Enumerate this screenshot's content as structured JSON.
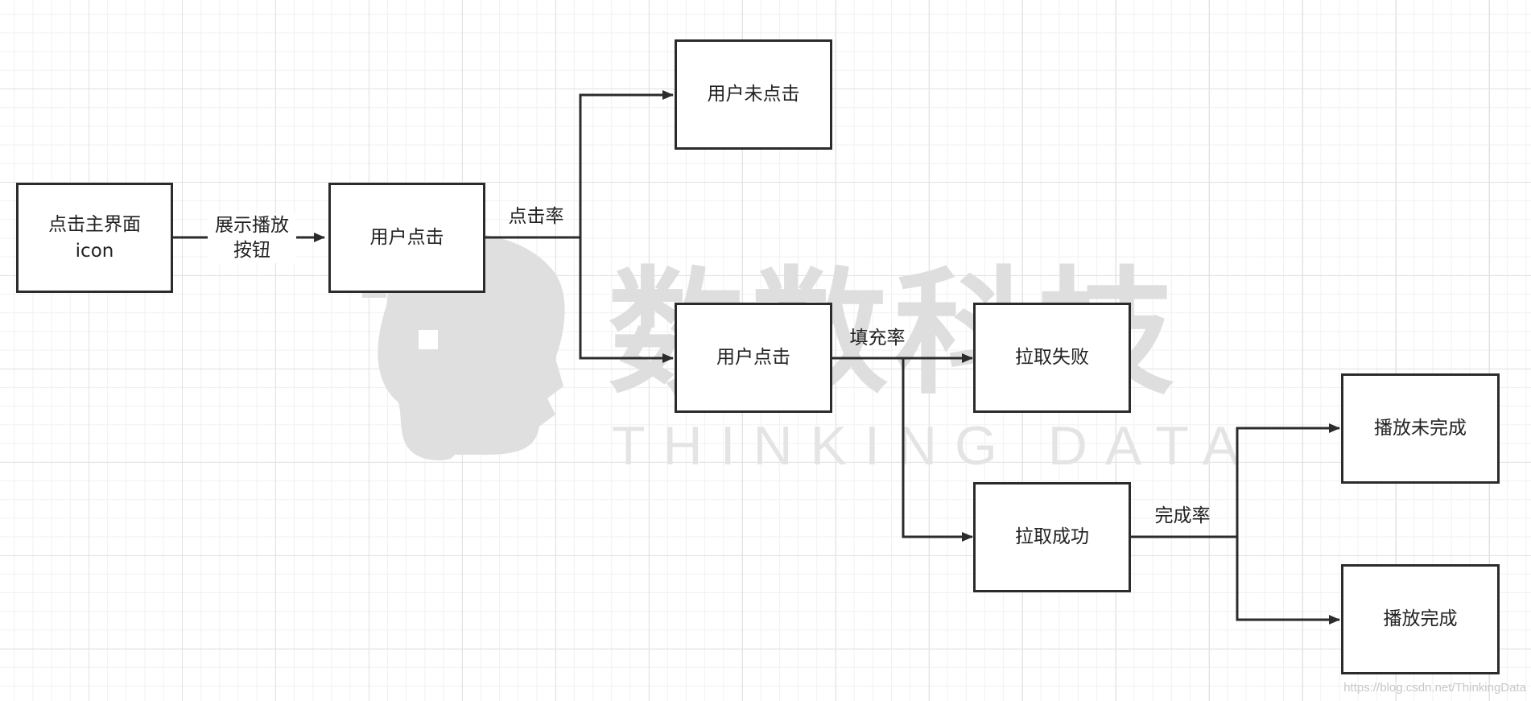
{
  "nodes": {
    "start": "点击主界面\nicon",
    "click1": "用户点击",
    "not_clicked": "用户未点击",
    "click2": "用户点击",
    "pull_fail": "拉取失败",
    "pull_success": "拉取成功",
    "play_incomplete": "播放未完成",
    "play_complete": "播放完成"
  },
  "edges": {
    "show_play_button": "展示播放\n按钮",
    "click_rate": "点击率",
    "fill_rate": "填充率",
    "completion_rate": "完成率"
  },
  "watermark": {
    "cn": "数数科技",
    "en": "THINKING DATA",
    "url": "https://blog.csdn.net/ThinkingData"
  }
}
